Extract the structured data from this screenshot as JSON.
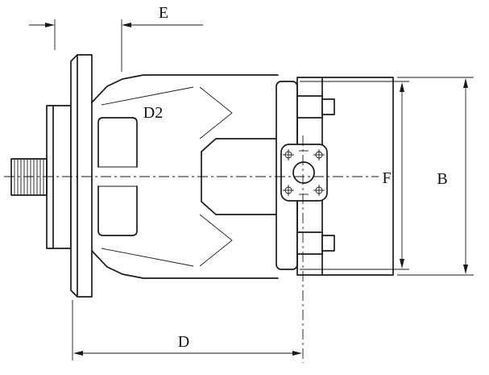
{
  "drawing": {
    "background": "#ffffff",
    "line_color": "#1a1a1a",
    "labels": {
      "e": "E",
      "d2": "D2",
      "f": "F",
      "b": "B",
      "d": "D"
    }
  }
}
